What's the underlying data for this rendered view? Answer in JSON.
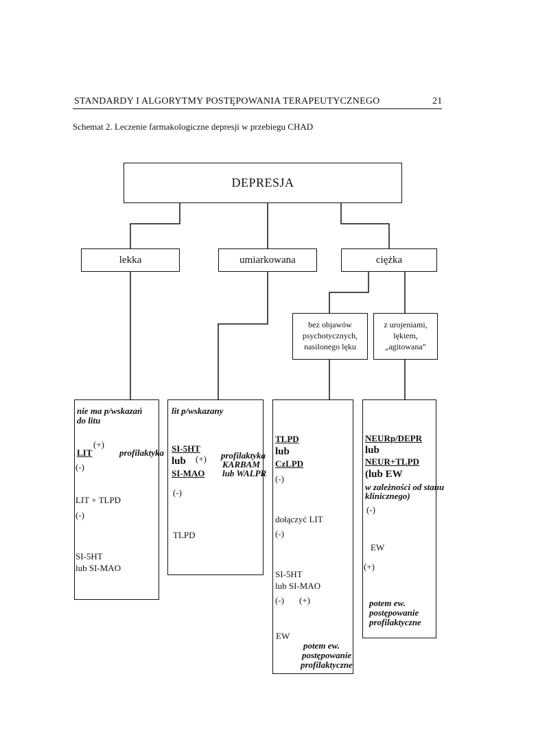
{
  "header": {
    "title": "STANDARDY I ALGORYTMY POSTĘPOWANIA TERAPEUTYCZNEGO",
    "page_number": "21"
  },
  "caption": "Schemat 2. Leczenie farmakologiczne depresji w przebiegu CHAD",
  "root": "DEPRESJA",
  "levels": {
    "mild": "lekka",
    "moderate": "umiarkowana",
    "severe": "ciężka"
  },
  "severe_branches": {
    "no_psychotic": [
      "bez objawów",
      "psychotycznych,",
      "nasilonego lęku"
    ],
    "with_delusions": [
      "z urojeniami,",
      "lękiem,",
      "„agitowana”"
    ]
  },
  "col1": {
    "header": [
      "nie ma p/wskazań",
      "do litu"
    ],
    "lit": "LIT",
    "plus": "(+)",
    "prophylaxis": "profilaktyka",
    "minus1": "(-)",
    "step2": "LIT + TLPD",
    "minus2": "(-)",
    "step3": [
      "SI-5HT",
      "lub SI-MAO"
    ]
  },
  "col2": {
    "header": "lit p/wskazany",
    "drugs": [
      "SI-5HT",
      "lub",
      "SI-MAO"
    ],
    "plus": "(+)",
    "prophylaxis": [
      "profilaktyka",
      "KARBAM",
      "lub WALPR"
    ],
    "minus": "(-)",
    "step2": "TLPD"
  },
  "col3": {
    "drugs": [
      "TLPD",
      "lub",
      "CzLPD"
    ],
    "minus1": "(-)",
    "step2": "dołączyć LIT",
    "minus2": "(-)",
    "step3": [
      "SI-5HT",
      "lub SI-MAO"
    ],
    "minus3": "(-)",
    "plus3": "(+)",
    "ew": "EW",
    "then": [
      "potem ew.",
      "postępowanie",
      "profilaktyczne"
    ]
  },
  "col4": {
    "drugs": [
      "NEURp/DEPR",
      "lub",
      "NEUR+TLPD",
      "(lub EW"
    ],
    "note": [
      "w zależności od stanu",
      "klinicznego)"
    ],
    "minus": "(-)",
    "ew": "EW",
    "plus": "(+)",
    "then": [
      "potem ew.",
      "postępowanie",
      "profilaktyczne"
    ]
  }
}
